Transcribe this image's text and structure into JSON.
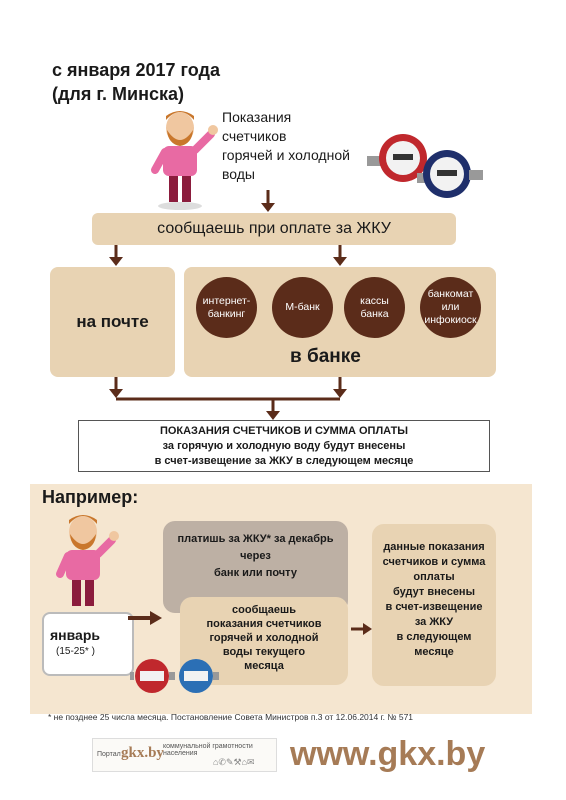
{
  "header": {
    "line1": "с января 2017 года",
    "line2": "(для г. Минска)"
  },
  "intro": {
    "line1": "Показания",
    "line2": "счетчиков",
    "line3": "горячей и холодной",
    "line4": "воды"
  },
  "report_bar": "сообщаешь при оплате за ЖКУ",
  "post_box": "на почте",
  "bank": {
    "options": [
      {
        "line1": "интернет-",
        "line2": "банкинг"
      },
      {
        "line1": "М-банк",
        "line2": ""
      },
      {
        "line1": "кассы",
        "line2": "банка"
      },
      {
        "line1": "банкомат",
        "line2": "или",
        "line3": "инфокиоск"
      }
    ],
    "label": "в банке"
  },
  "result": {
    "line1": "ПОКАЗАНИЯ СЧЕТЧИКОВ И СУММА ОПЛАТЫ",
    "line2": "за горячую и холодную воду будут внесены",
    "line3": "в счет-извещение за ЖКУ в следующем месяце"
  },
  "example": {
    "title": "Например:",
    "pay": {
      "line1": "платишь за ЖКУ* за декабрь",
      "line2": "через",
      "line3": "банк или почту"
    },
    "report": {
      "line1": "сообщаешь",
      "line2": "показания счетчиков",
      "line3": "горячей и холодной",
      "line4": "воды текущего",
      "line5": "месяца"
    },
    "data": {
      "line1": "данные показания",
      "line2": "счетчиков и сумма",
      "line3": "оплаты",
      "line4": "будут внесены",
      "line5": "в счет-извещение",
      "line6": "за ЖКУ",
      "line7": "в следующем",
      "line8": "месяце"
    },
    "month": "январь",
    "range": "(15-25* )"
  },
  "footnote": "* не позднее 25 числа месяца. Постановление Совета  Министров п.3 от 12.06.2014 г. № 571",
  "portal": {
    "prefix": "Портал",
    "logo": "gkx.by",
    "text": "коммунальной грамотности населения"
  },
  "site": "www.gkx.by",
  "colors": {
    "brown": "#5b2c1a",
    "beige": "#e8d3b3",
    "site": "#a67b56"
  }
}
